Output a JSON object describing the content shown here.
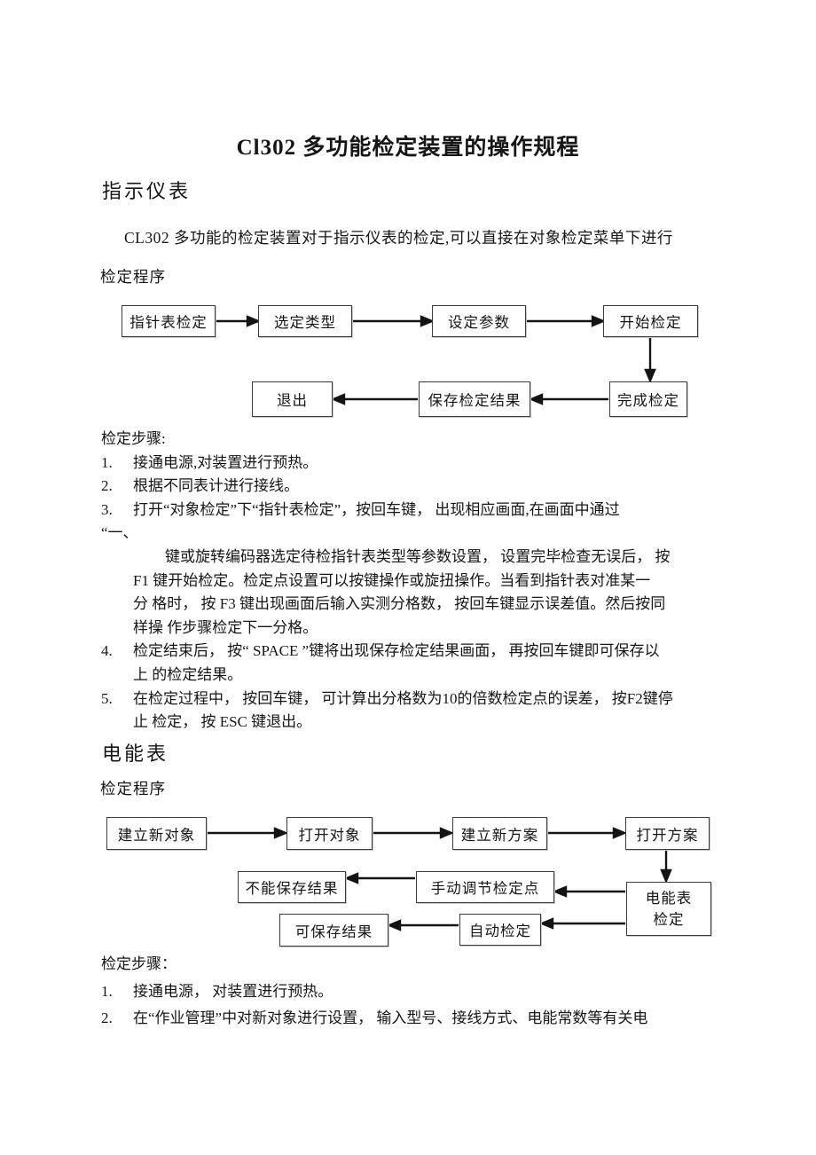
{
  "doc": {
    "title": "Cl302 多功能检定装置的操作规程"
  },
  "s1": {
    "heading": "指示仪表",
    "intro": "CL302 多功能的检定装置对于指示仪表的检定,可以直接在对象检定菜单下进行",
    "procedure_label": "检定程序",
    "flow": [
      {
        "label": "指针表检定"
      },
      {
        "label": "选定类型"
      },
      {
        "label": "设定参数"
      },
      {
        "label": "开始检定"
      },
      {
        "label": "完成检定"
      },
      {
        "label": "保存检定结果"
      },
      {
        "label": "退出"
      }
    ],
    "steps_label": "检定步骤:",
    "lines": [
      {
        "n": "1.",
        "t": "接通电源,对装置进行预热。"
      },
      {
        "n": "2.",
        "t": "根据不同表计进行接线。"
      },
      {
        "n": "3.",
        "t": "打开“对象检定”下“指针表检定”，按回车键， 出现相应画面,在画面中通过"
      },
      {
        "n": "",
        "t": "“一、"
      },
      {
        "n": "",
        "t": "键或旋转编码器选定待检指针表类型等参数设置， 设置完毕检查无误后， 按"
      },
      {
        "n": "",
        "t": "F1 键开始检定。检定点设置可以按键操作或旋扭操作。当看到指针表对准某一"
      },
      {
        "n": "",
        "t": "分 格时， 按 F3 键出现画面后输入实测分格数， 按回车键显示误差值。然后按同"
      },
      {
        "n": "",
        "t": "样操 作步骤检定下一分格。"
      },
      {
        "n": "4.",
        "t": "检定结束后， 按“ SPACE ”键将出现保存检定结果画面， 再按回车键即可保存以"
      },
      {
        "n": "",
        "t": "上 的检定结果。"
      },
      {
        "n": "5.",
        "t": "在检定过程中， 按回车键， 可计算出分格数为10的倍数检定点的误差， 按F2键停"
      },
      {
        "n": "",
        "t": "止 检定， 按 ESC 键退出。"
      }
    ]
  },
  "s2": {
    "heading": "电能表",
    "procedure_label": "检定程序",
    "flow": [
      {
        "label": "建立新对象"
      },
      {
        "label": "打开对象"
      },
      {
        "label": "建立新方案"
      },
      {
        "label": "打开方案"
      },
      {
        "label": "不能保存结果"
      },
      {
        "label": "手动调节检定点"
      },
      {
        "label": "可保存结果"
      },
      {
        "label": "自动检定"
      }
    ],
    "hub": {
      "line1": "电能表",
      "line2": "检定"
    },
    "steps_label": "检定步骤：",
    "lines": [
      {
        "n": "1.",
        "t": "接通电源， 对装置进行预热。"
      },
      {
        "n": "2.",
        "t": "在“作业管理”中对新对象进行设置， 输入型号、接线方式、电能常数等有关电"
      }
    ]
  }
}
